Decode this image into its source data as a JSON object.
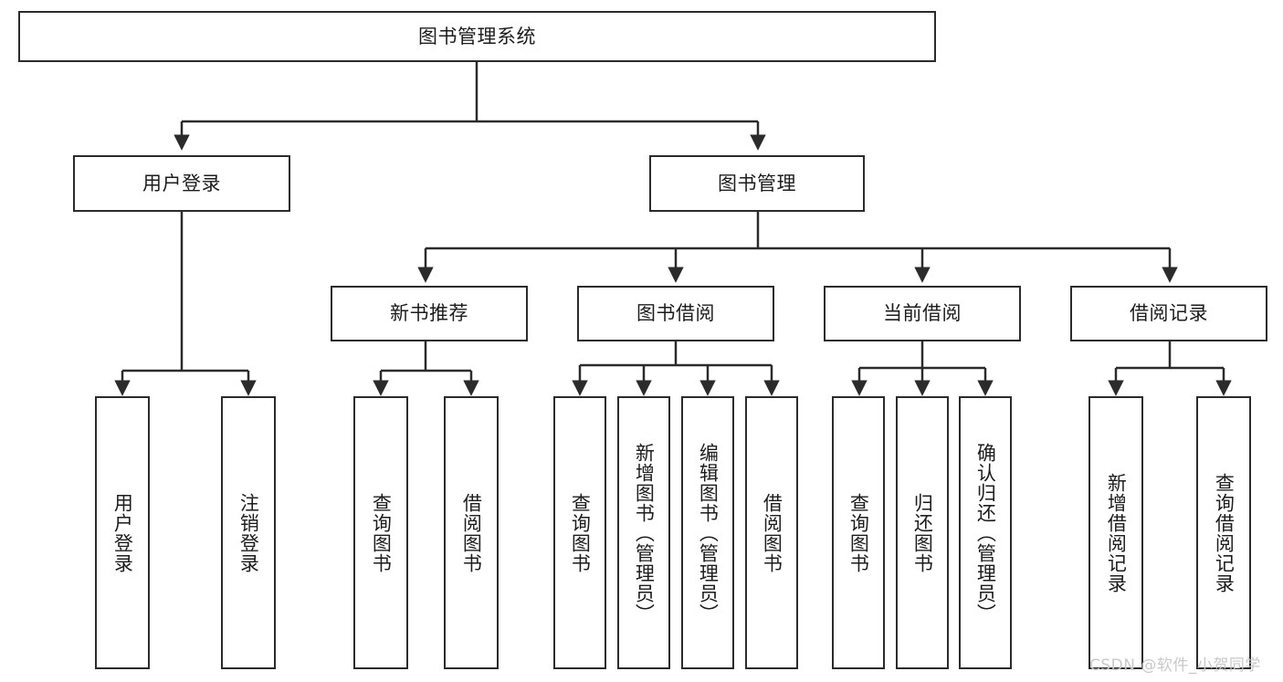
{
  "diagram": {
    "title": "图书管理系统",
    "watermark": "CSDN @软件_小贺同学",
    "colors": {
      "stroke": "#2b2b2b",
      "fill": "#ffffff",
      "text": "#1c1c1c",
      "watermark": "#c9c9c9"
    },
    "levels": {
      "root": {
        "label": "图书管理系统"
      },
      "level2": [
        {
          "label": "用户登录"
        },
        {
          "label": "图书管理"
        }
      ],
      "level3": [
        {
          "label": "新书推荐"
        },
        {
          "label": "图书借阅"
        },
        {
          "label": "当前借阅"
        },
        {
          "label": "借阅记录"
        }
      ],
      "leaves": {
        "user_login": [
          {
            "label": "用户登录"
          },
          {
            "label": "注销登录"
          }
        ],
        "new_book_recommend": [
          {
            "label": "查询图书"
          },
          {
            "label": "借阅图书"
          }
        ],
        "book_borrow": [
          {
            "label": "查询图书"
          },
          {
            "label": "新增图书（管理员）"
          },
          {
            "label": "编辑图书（管理员）"
          },
          {
            "label": "借阅图书"
          }
        ],
        "current_borrow": [
          {
            "label": "查询图书"
          },
          {
            "label": "归还图书"
          },
          {
            "label": "确认归还（管理员）"
          }
        ],
        "borrow_record": [
          {
            "label": "新增借阅记录"
          },
          {
            "label": "查询借阅记录"
          }
        ]
      }
    }
  }
}
